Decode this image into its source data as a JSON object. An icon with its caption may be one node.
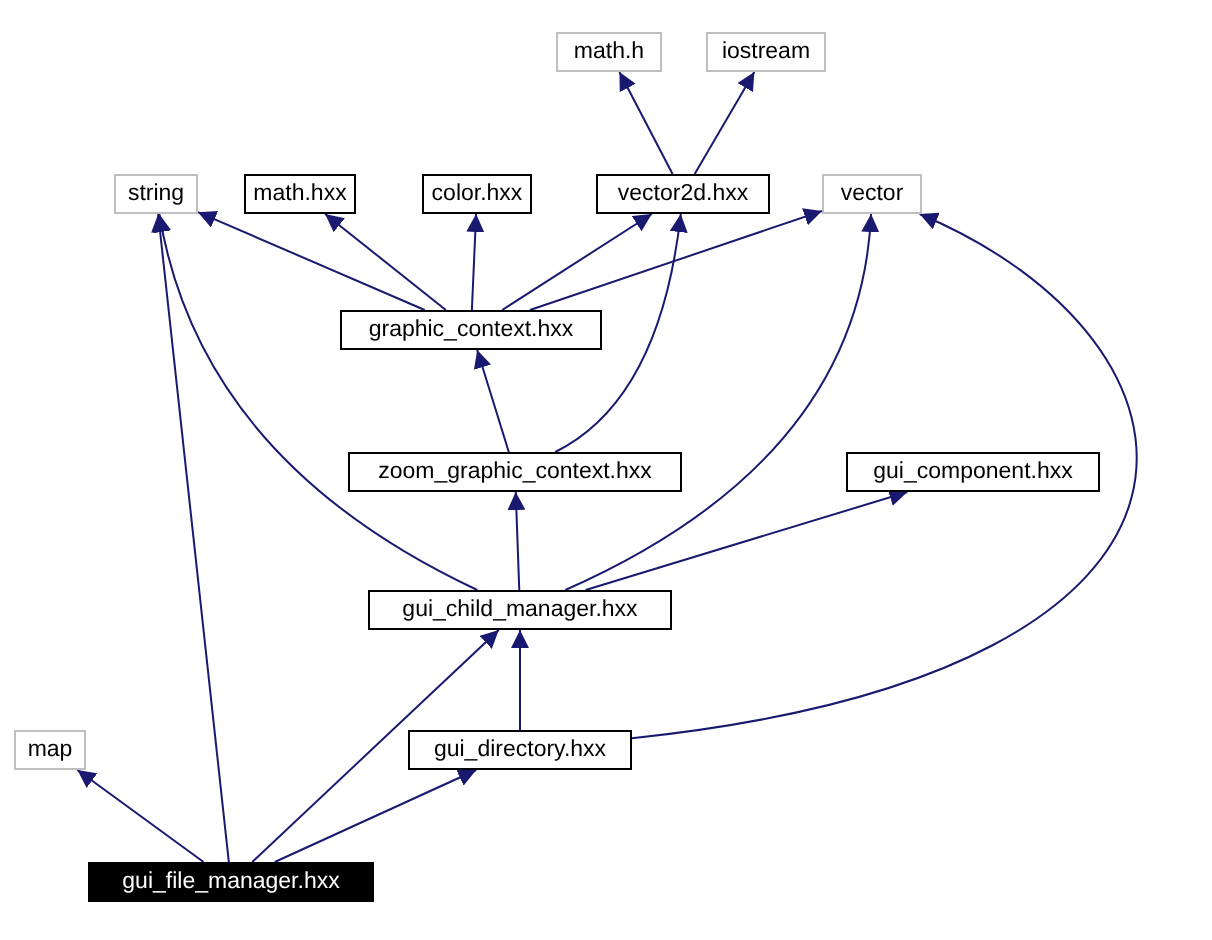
{
  "diagram": {
    "nodes": [
      {
        "text": [
          "math.h"
        ]
      },
      {
        "text": [
          "iostream"
        ]
      },
      {
        "text": [
          "string"
        ]
      },
      {
        "text": [
          "math.hxx"
        ]
      },
      {
        "text": [
          "color.hxx"
        ]
      },
      {
        "text": [
          "vector2d.hxx"
        ]
      },
      {
        "text": [
          "vector"
        ]
      },
      {
        "text": [
          "graphic_context.hxx"
        ]
      },
      {
        "text": [
          "zoom_graphic_context.hxx"
        ]
      },
      {
        "text": [
          "gui_component.hxx"
        ]
      },
      {
        "text": [
          "gui_child_manager.hxx"
        ]
      },
      {
        "text": [
          "map"
        ]
      },
      {
        "text": [
          "gui_directory.hxx"
        ]
      },
      {
        "text": [
          "gui_file_manager.hxx"
        ]
      }
    ],
    "edges": [
      {
        "from": 5,
        "to": 0,
        "arrow": "to"
      },
      {
        "from": 5,
        "to": 1,
        "arrow": "to"
      },
      {
        "from": 7,
        "to": 2,
        "arrow": "to"
      },
      {
        "from": 7,
        "to": 3,
        "arrow": "to"
      },
      {
        "from": 7,
        "to": 4,
        "arrow": "to"
      },
      {
        "from": 7,
        "to": 5,
        "arrow": "to"
      },
      {
        "from": 7,
        "to": 6,
        "arrow": "to"
      },
      {
        "from": 8,
        "to": 7,
        "arrow": "to"
      },
      {
        "from": 8,
        "to": 5,
        "arrow": "to"
      },
      {
        "from": 10,
        "to": 8,
        "arrow": "to"
      },
      {
        "from": 10,
        "to": 2,
        "arrow": "to"
      },
      {
        "from": 10,
        "to": 6,
        "arrow": "to"
      },
      {
        "from": 10,
        "to": 9,
        "arrow": "to"
      },
      {
        "from": 12,
        "to": 10,
        "arrow": "to"
      },
      {
        "from": 12,
        "to": 6,
        "arrow": "to"
      },
      {
        "from": 13,
        "to": 11,
        "arrow": "to"
      },
      {
        "from": 13,
        "to": 2,
        "arrow": "to"
      },
      {
        "from": 13,
        "to": 10,
        "arrow": "to"
      },
      {
        "from": 13,
        "to": 12,
        "arrow": "to"
      }
    ]
  }
}
